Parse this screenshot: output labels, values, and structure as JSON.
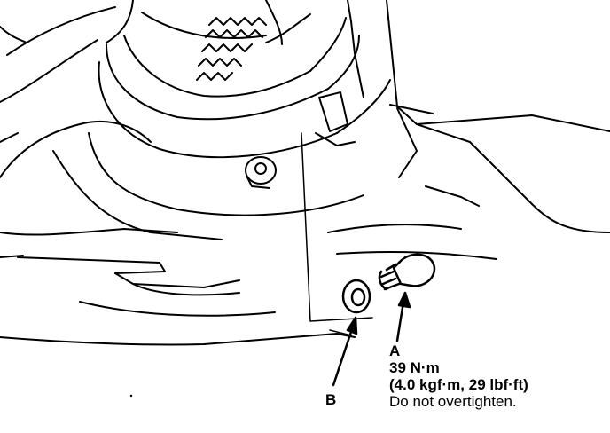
{
  "callouts": {
    "b": {
      "letter": "B"
    },
    "a": {
      "letter": "A",
      "torque_nm": "39 N·m",
      "torque_alt": "(4.0 kgf·m, 29 lbf·ft)",
      "note": "Do not overtighten."
    }
  }
}
